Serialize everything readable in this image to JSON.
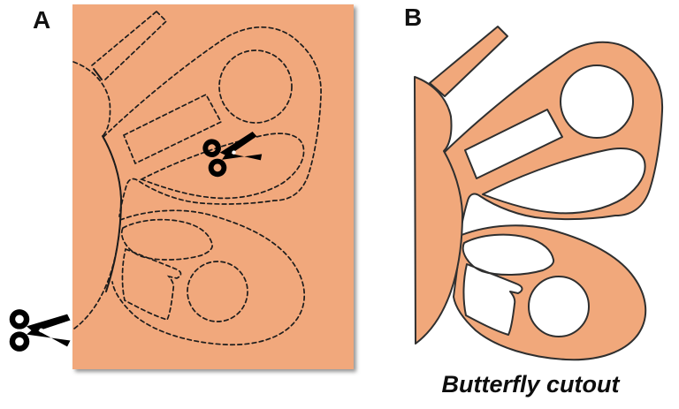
{
  "panels": {
    "a": {
      "label": "A"
    },
    "b": {
      "label": "B"
    }
  },
  "caption": "Butterfly cutout",
  "colors": {
    "paper": "#F1A87B",
    "outline": "#2F2F2F",
    "cut_line": "#1C1C1C",
    "scissors": "#000000",
    "page_background": "#FFFFFF",
    "paper_shadow": "#8A8A8A"
  },
  "icons": {
    "scissors": "✂"
  }
}
